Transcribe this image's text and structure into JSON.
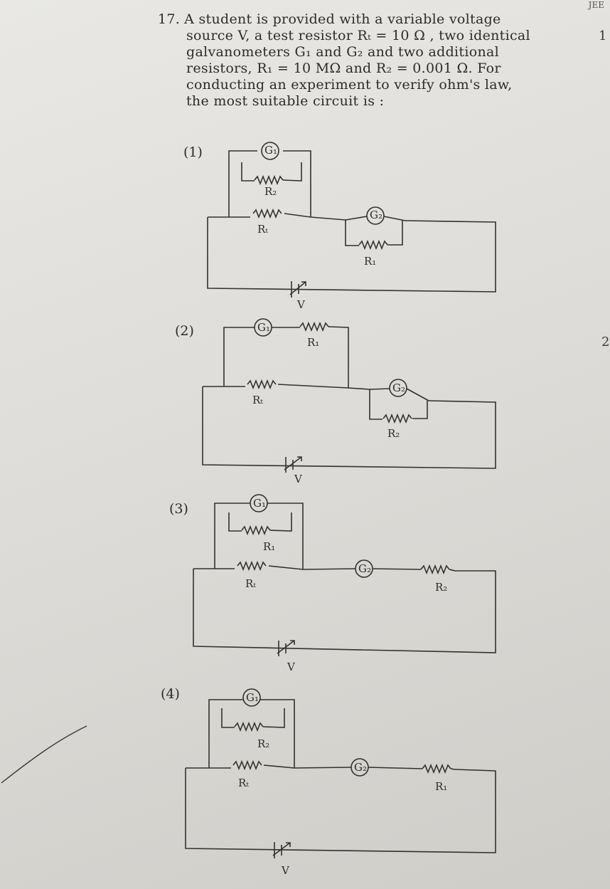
{
  "header": {
    "mark": "JEE"
  },
  "margin_numbers": [
    "1",
    "2"
  ],
  "question": {
    "number": "17.",
    "lines": [
      "A student is provided with a variable voltage",
      "source V, a test resistor Rₜ = 10 Ω , two identical",
      "galvanometers G₁ and G₂ and two additional",
      "resistors, R₁ = 10 MΩ and R₂ = 0.001 Ω. For",
      "conducting an experiment to verify ohm's law,",
      "the most suitable circuit is :"
    ]
  },
  "options": [
    {
      "label": "(1)",
      "shunt_resistor": "R₂",
      "test_resistor": "Rₜ",
      "g1": "G₁",
      "g2": "G₂",
      "g2_resistor": "R₁",
      "source": "V"
    },
    {
      "label": "(2)",
      "series_resistor": "R₁",
      "test_resistor": "Rₜ",
      "g1": "G₁",
      "g2": "G₂",
      "g2_resistor": "R₂",
      "source": "V"
    },
    {
      "label": "(3)",
      "shunt_resistor": "R₁",
      "test_resistor": "Rₜ",
      "g1": "G₁",
      "g2": "G₂",
      "series_resistor": "R₂",
      "source": "V"
    },
    {
      "label": "(4)",
      "shunt_resistor": "R₂",
      "test_resistor": "Rₜ",
      "g1": "G₁",
      "g2": "G₂",
      "series_resistor": "R₁",
      "source": "V"
    }
  ]
}
